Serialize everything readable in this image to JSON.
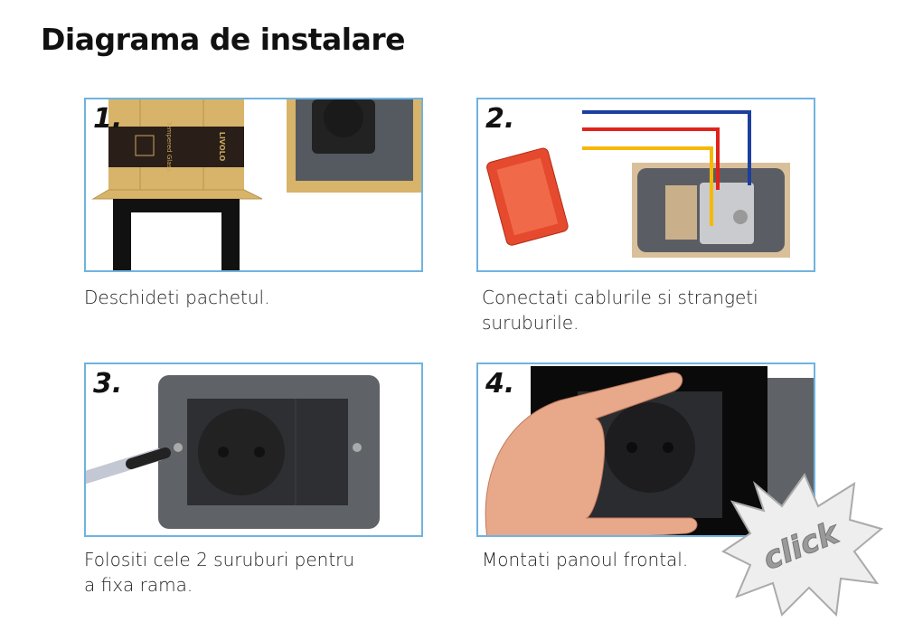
{
  "title": "Diagrama de instalare",
  "steps": [
    {
      "number": "1.",
      "caption": "Deschideti pachetul.",
      "package_text": [
        "LIVOLO",
        "Tempered Glass"
      ]
    },
    {
      "number": "2.",
      "caption_lines": [
        "Conectati cablurile si strangeti",
        "suruburile."
      ]
    },
    {
      "number": "3.",
      "caption_lines": [
        "Folositi cele 2 suruburi pentru",
        "a fixa rama."
      ]
    },
    {
      "number": "4.",
      "caption": "Montati panoul frontal."
    }
  ],
  "click_badge": "click",
  "colors": {
    "border": "#6fb3e0",
    "wire_blue": "#1c3f9e",
    "wire_red": "#e0231b",
    "wire_yellow": "#f5b800"
  }
}
